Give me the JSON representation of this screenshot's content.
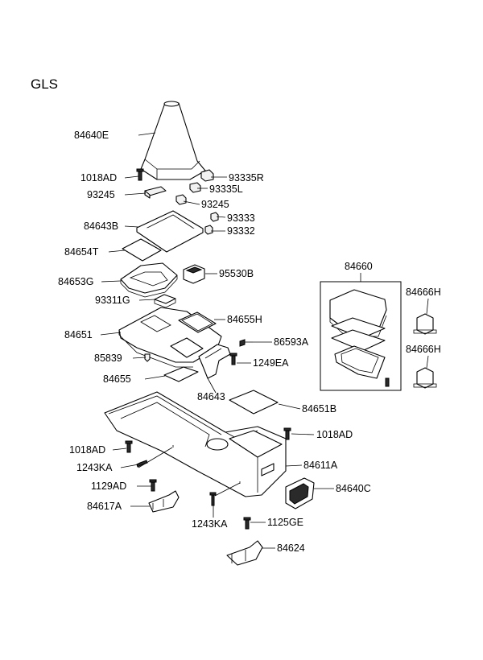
{
  "model": "GLS",
  "labels": {
    "l84640E": "84640E",
    "l1018AD_a": "1018AD",
    "l93335R": "93335R",
    "l93245_a": "93245",
    "l93335L": "93335L",
    "l93245_b": "93245",
    "l84643B": "84643B",
    "l93333": "93333",
    "l93332": "93332",
    "l84654T": "84654T",
    "l84653G": "84653G",
    "l95530B": "95530B",
    "l93311G": "93311G",
    "l84655H": "84655H",
    "l84651": "84651",
    "l86593A": "86593A",
    "l85839": "85839",
    "l1249EA": "1249EA",
    "l84655": "84655",
    "l84643": "84643",
    "l84651B": "84651B",
    "l1018AD_b": "1018AD",
    "l1018AD_c": "1018AD",
    "l84611A": "84611A",
    "l1243KA_a": "1243KA",
    "l1129AD": "1129AD",
    "l84640C": "84640C",
    "l84617A": "84617A",
    "l1243KA_b": "1243KA",
    "l1125GE": "1125GE",
    "l84624": "84624",
    "l84660": "84660",
    "l84666H_a": "84666H",
    "l84666H_b": "84666H"
  }
}
